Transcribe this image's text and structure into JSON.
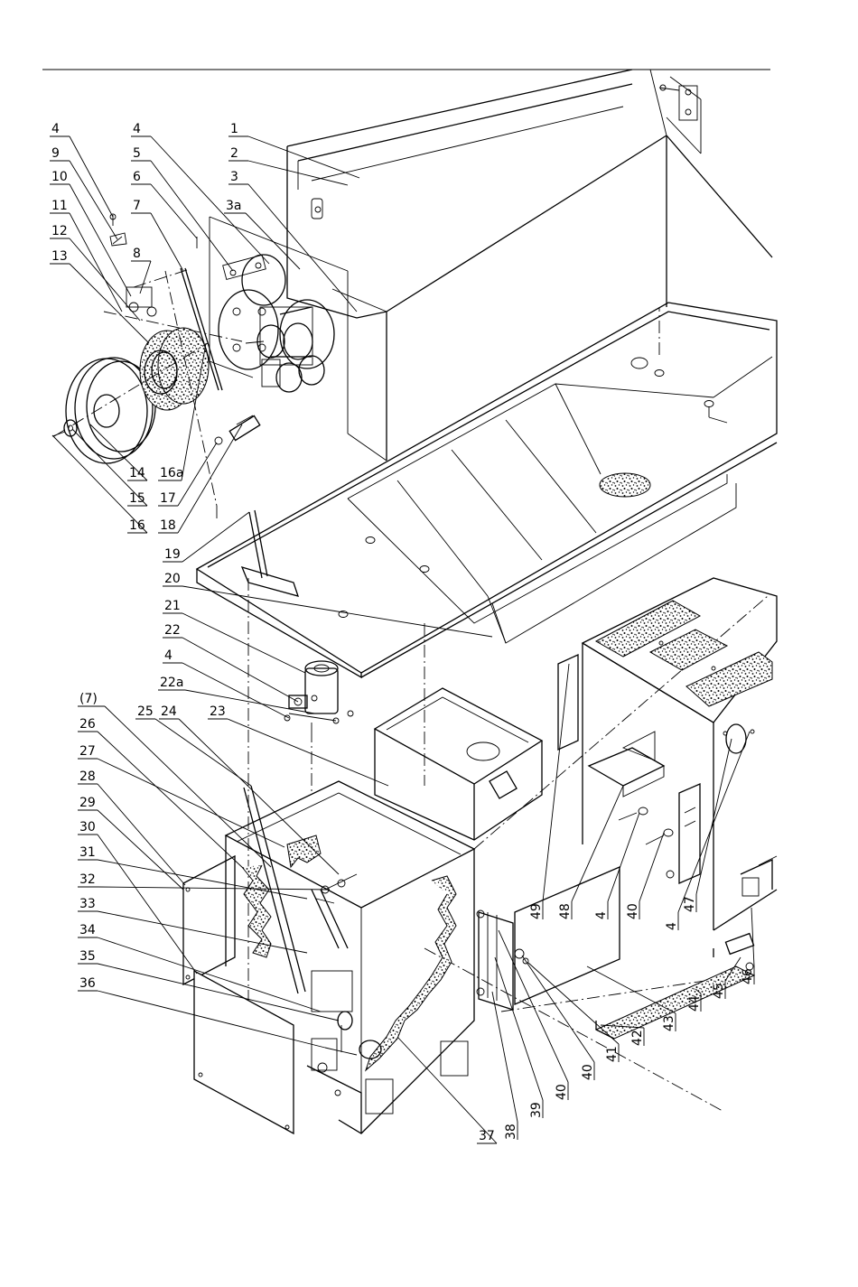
{
  "callouts": [
    "1",
    "2",
    "3",
    "3a",
    "4",
    "4",
    "5",
    "6",
    "7",
    "8",
    "9",
    "10",
    "11",
    "12",
    "13",
    "14",
    "15",
    "16",
    "16a",
    "17",
    "18",
    "19",
    "20",
    "21",
    "22",
    "4",
    "22a",
    "(7)",
    "25",
    "24",
    "23",
    "26",
    "27",
    "28",
    "29",
    "30",
    "31",
    "32",
    "33",
    "34",
    "35",
    "36",
    "37",
    "38",
    "39",
    "40",
    "40",
    "41",
    "42",
    "43",
    "44",
    "45",
    "46",
    "4",
    "47",
    "40",
    "4",
    "48",
    "49"
  ]
}
